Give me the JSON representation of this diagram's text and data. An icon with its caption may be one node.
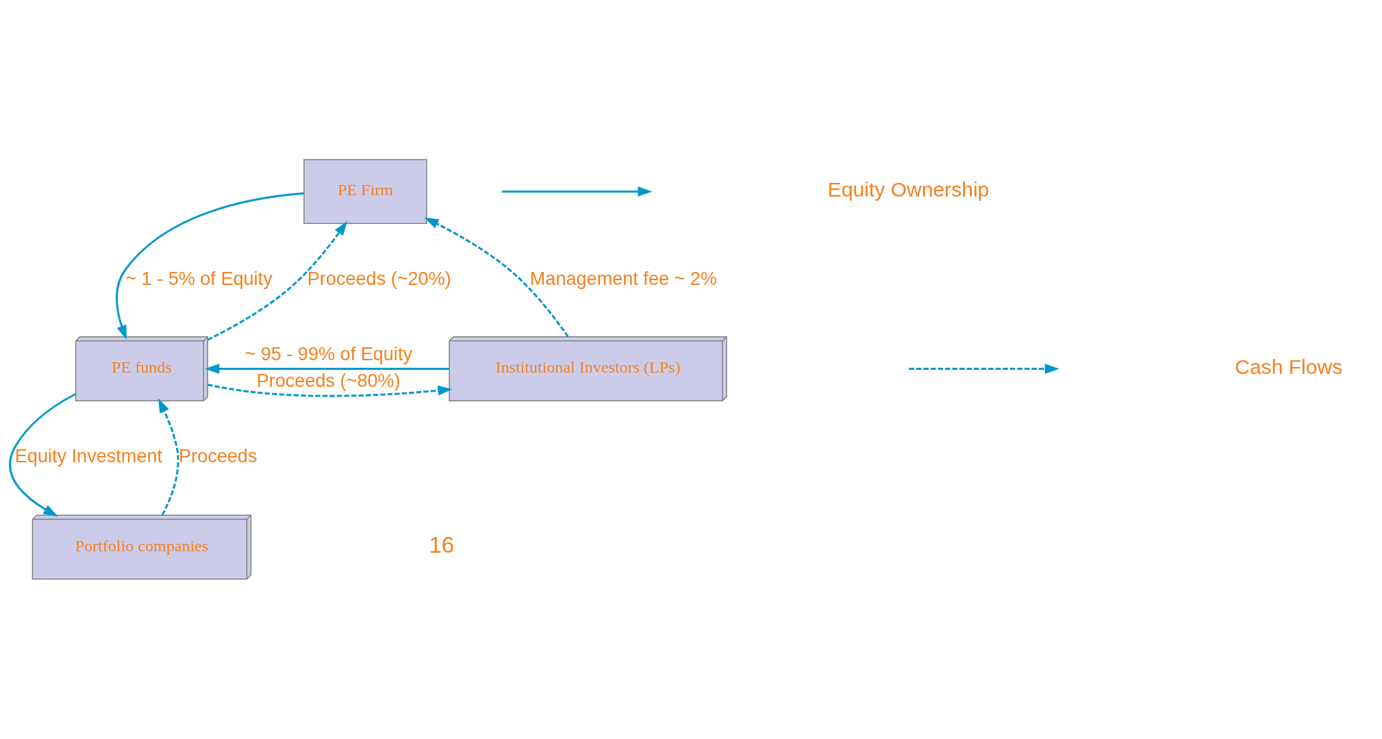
{
  "diagram": {
    "nodes": [
      {
        "text": [
          "PE Firm"
        ]
      },
      {
        "text": [
          "Institutional Investors (LPs)"
        ]
      },
      {
        "text": [
          "PE funds"
        ]
      },
      {
        "text": [
          "Portfolio companies"
        ]
      }
    ],
    "edges": [
      {
        "from": 1,
        "to": 0,
        "arrow": "to",
        "style": "dashed",
        "label": "Management fee ~ 2%"
      },
      {
        "from": 0,
        "to": 2,
        "arrow": "to",
        "label": "~ 1 - 5% of Equity"
      },
      {
        "from": 2,
        "to": 0,
        "arrow": "to",
        "style": "dashed",
        "label": "Proceeds (~20%)"
      },
      {
        "from": 1,
        "to": 2,
        "arrow": "to",
        "label": "~ 95 - 99% of Equity"
      },
      {
        "from": 2,
        "to": 1,
        "arrow": "to",
        "style": "dashed",
        "label": "Proceeds (~80%)"
      },
      {
        "from": 2,
        "to": 3,
        "arrow": "to",
        "label": "Equity Investment"
      },
      {
        "from": 3,
        "to": 2,
        "arrow": "to",
        "style": "dashed",
        "label": "Proceeds"
      }
    ],
    "labels": [
      "16"
    ],
    "legend": [
      {
        "text": "Equity Ownership"
      },
      {
        "text": "Cash Flows"
      }
    ]
  }
}
